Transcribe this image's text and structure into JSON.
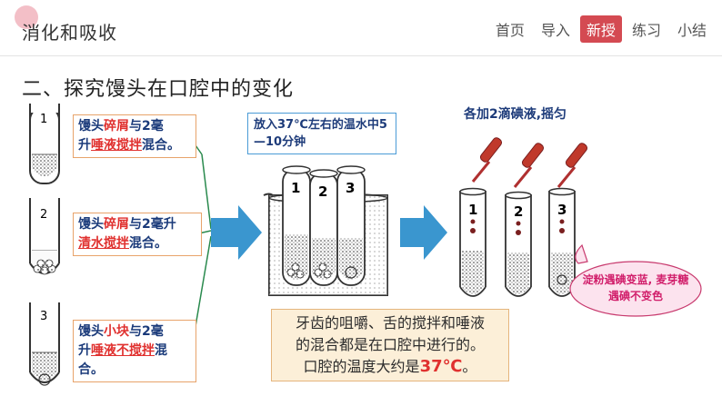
{
  "header": {
    "title": "消化和吸收",
    "nav": [
      "首页",
      "导入",
      "新授",
      "练习",
      "小结"
    ],
    "active_index": 2,
    "accent_color": "#d44a52"
  },
  "section": {
    "title": "二、探究馒头在口腔中的变化"
  },
  "tubes": {
    "labels": [
      "1",
      "2",
      "3"
    ]
  },
  "conditions": [
    {
      "p1": "馒头",
      "p2": "碎屑",
      "p3": "与2毫",
      "p4": "升",
      "p5": "唾液搅拌",
      "p6": "混合。"
    },
    {
      "p1": "馒头",
      "p2": "碎屑",
      "p3": "与2毫升",
      "p4": "",
      "p5": "清水搅拌",
      "p6": "混合。"
    },
    {
      "p1": "馒头",
      "p2": "小块",
      "p3": "与2毫",
      "p4": "升",
      "p5": "唾液不搅拌",
      "p6": "混合。"
    }
  ],
  "steps": {
    "water_bath": "放入37℃左右的温水中5—10分钟",
    "iodine": "各加2滴碘液,摇匀"
  },
  "note": {
    "line1": "牙齿的咀嚼、舌的搅拌和唾液",
    "line2": "的混合都是在口腔中进行的。",
    "line3_prefix": "口腔的温度大约是",
    "line3_temp": "37℃",
    "line3_suffix": "。"
  },
  "bubble": {
    "text": "淀粉遇碘变蓝, 麦芽糖遇碘不变色",
    "color": "#d11f6b"
  }
}
